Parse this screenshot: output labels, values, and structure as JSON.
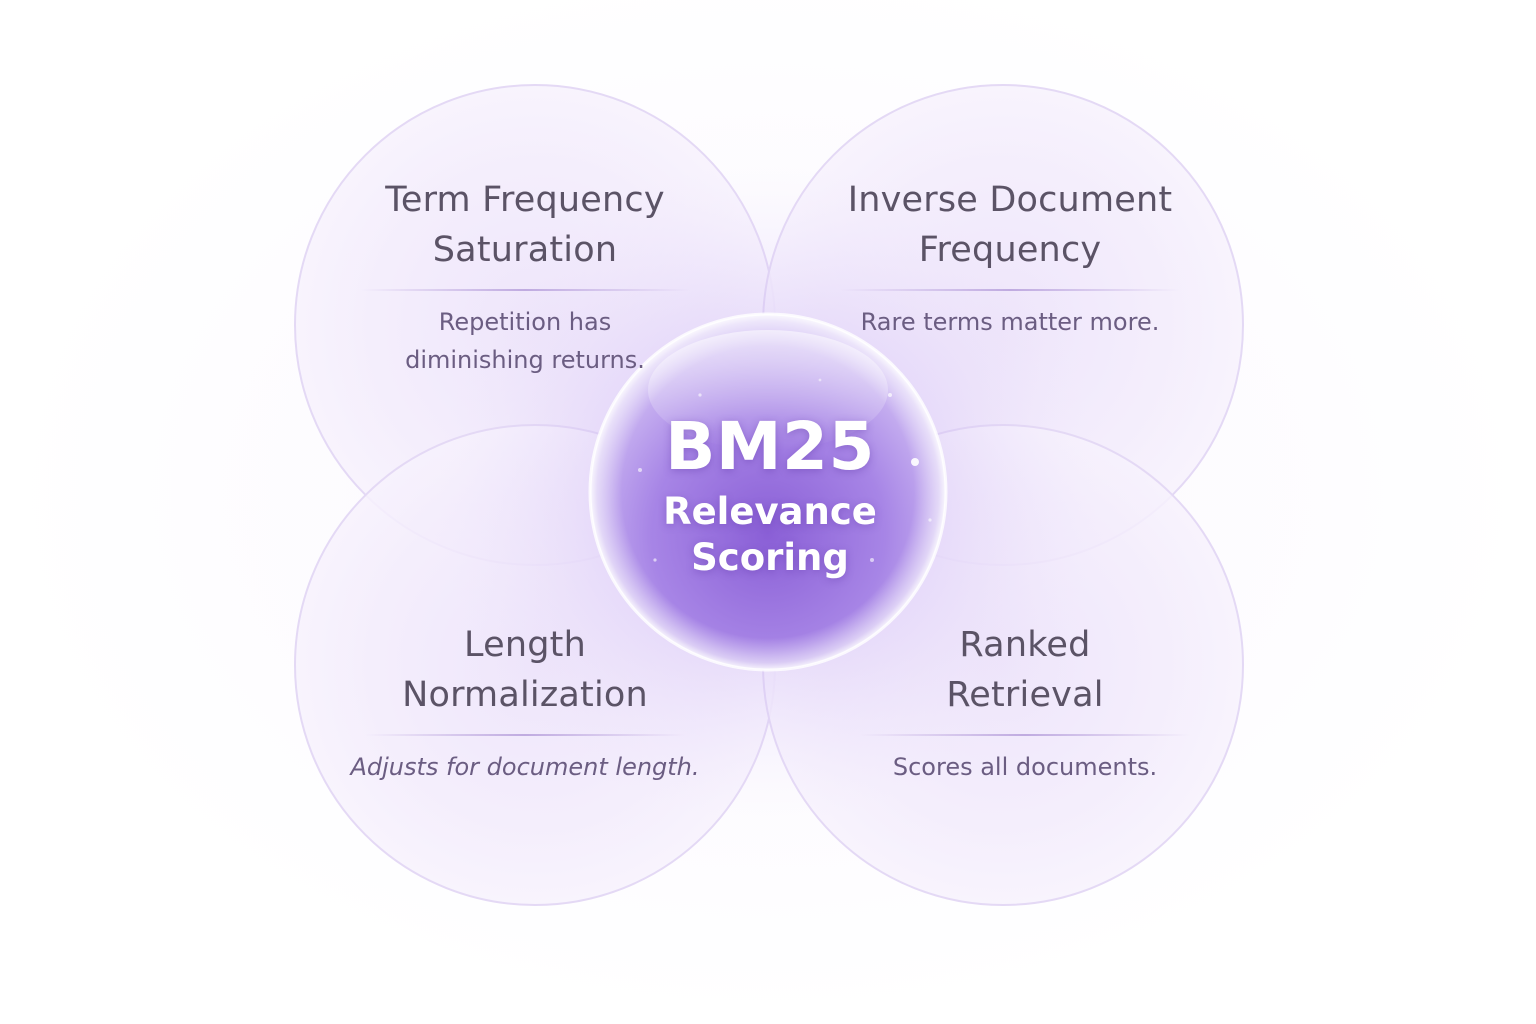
{
  "hub": {
    "title": "BM25",
    "subtitle_lines": [
      "Relevance",
      "Scoring"
    ]
  },
  "segments": {
    "top_left": {
      "title_lines": [
        "Term Frequency",
        "Saturation"
      ],
      "desc_lines": [
        "Repetition has",
        "diminishing returns."
      ]
    },
    "top_right": {
      "title_lines": [
        "Inverse Document",
        "Frequency"
      ],
      "desc_lines": [
        "Rare terms matter more."
      ]
    },
    "bottom_left": {
      "title_lines": [
        "Length",
        "Normalization"
      ],
      "desc_lines": [
        "Adjusts for document length."
      ]
    },
    "bottom_right": {
      "title_lines": [
        "Ranked",
        "Retrieval"
      ],
      "desc_lines": [
        "Scores all documents."
      ]
    }
  },
  "colors": {
    "circle_fill": "#f1e9fb",
    "circle_edge": "#e6dcf6",
    "hub_light": "#c9b4f2",
    "hub_dark": "#8a5fd6",
    "title_text": "#5b5366",
    "desc_text": "#6b5d82"
  }
}
